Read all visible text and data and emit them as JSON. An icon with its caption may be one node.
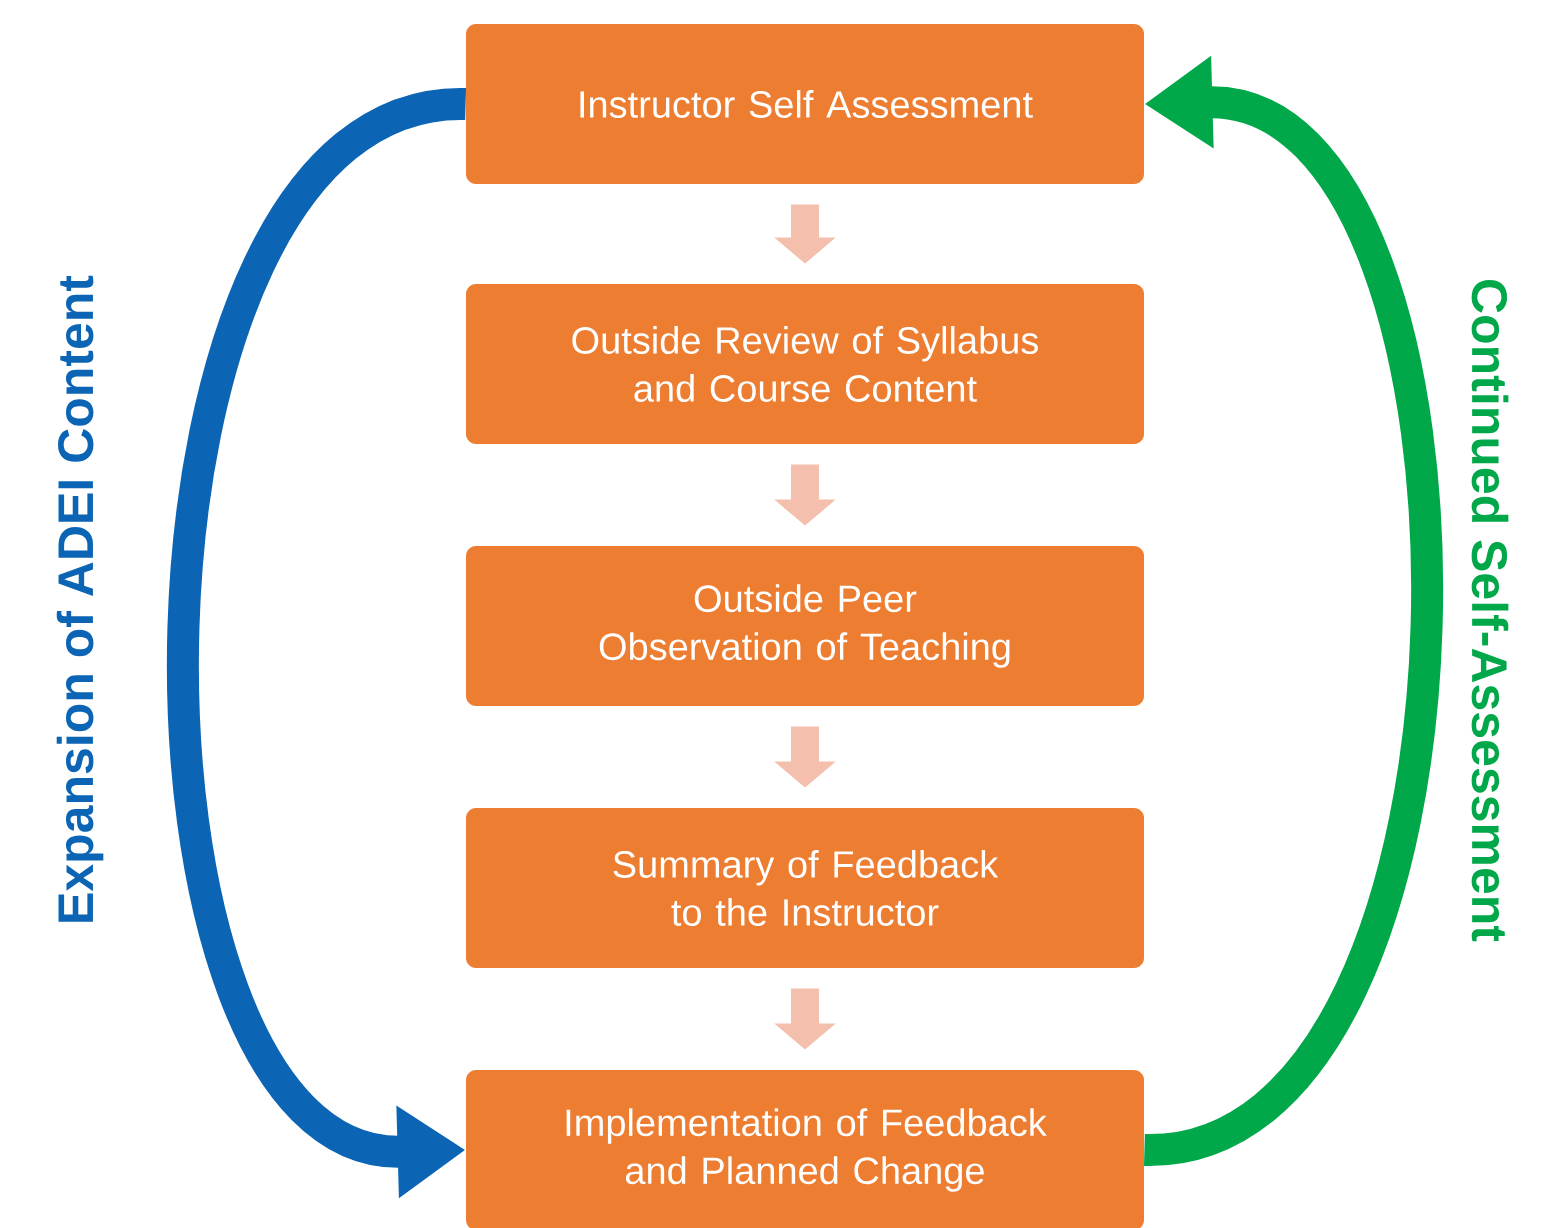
{
  "diagram": {
    "nodes": [
      {
        "text": [
          "Instructor Self Assessment"
        ]
      },
      {
        "text": [
          "Outside Review of Syllabus and Course Content"
        ]
      },
      {
        "text": [
          "Outside Peer Observation of Teaching"
        ]
      },
      {
        "text": [
          "Summary of Feedback to the Instructor"
        ]
      },
      {
        "text": [
          "Implementation of Feedback and Planned Change"
        ]
      }
    ],
    "edges": [
      {
        "from": 0,
        "to": 1,
        "arrow": "to"
      },
      {
        "from": 1,
        "to": 2,
        "arrow": "to"
      },
      {
        "from": 2,
        "to": 3,
        "arrow": "to"
      },
      {
        "from": 3,
        "to": 4,
        "arrow": "to"
      },
      {
        "from": 0,
        "to": 4,
        "arrow": "to",
        "label": "Expansion of ADEI Content",
        "color": "#0b64b4"
      },
      {
        "from": 4,
        "to": 0,
        "arrow": "to",
        "label": "Continued Self-Assessment",
        "color": "#00a84a"
      }
    ]
  }
}
